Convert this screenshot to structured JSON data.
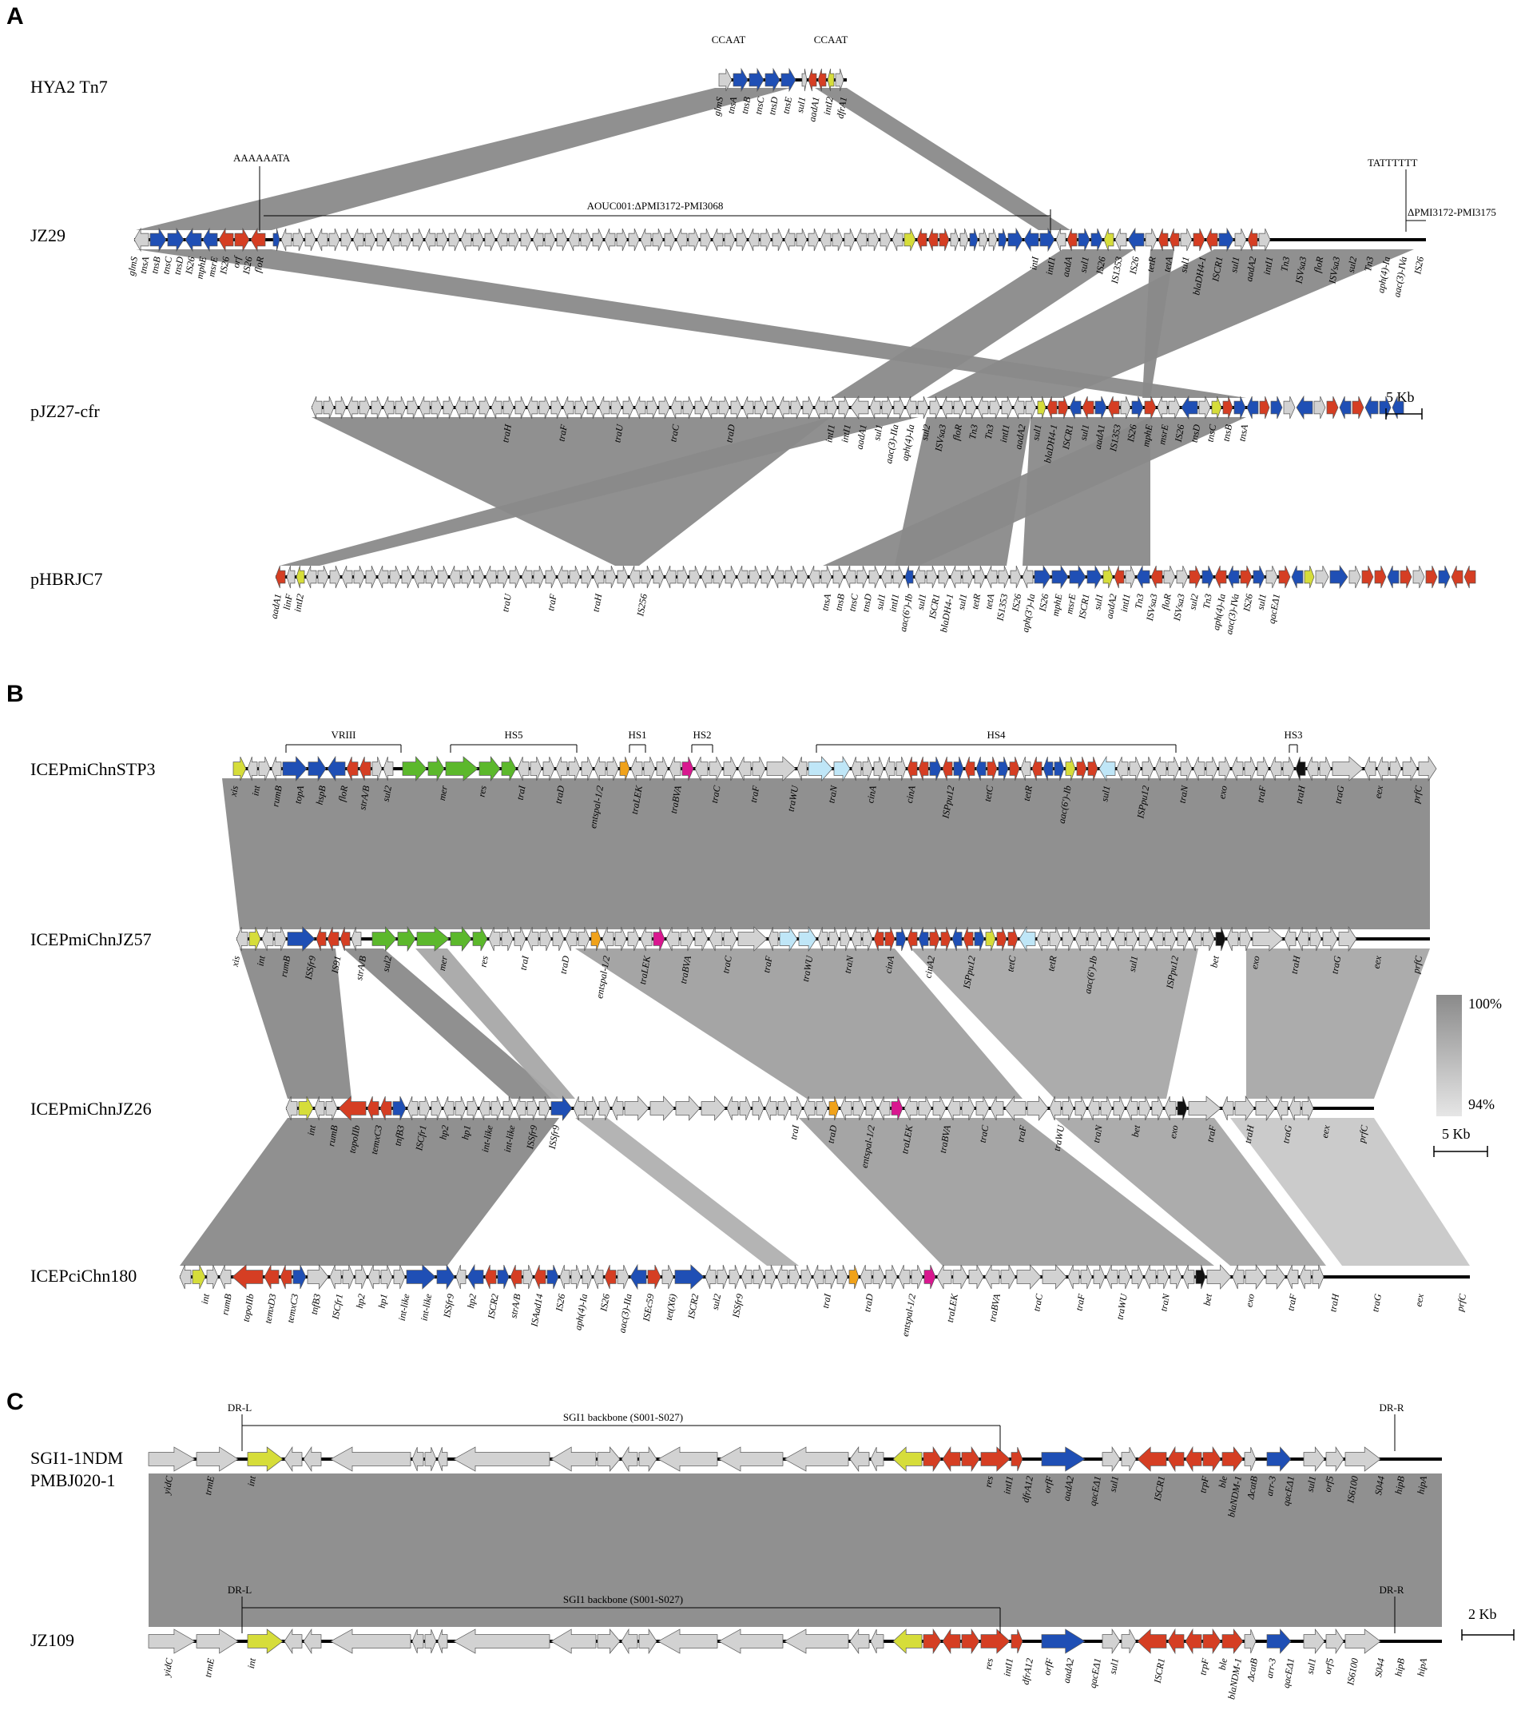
{
  "colors": {
    "transposase_blue": "#1f4fb5",
    "resistance_red": "#d53e23",
    "integrase_yellow": "#d6dd3a",
    "hotspot_green": "#5cb82c",
    "orange_gene": "#f0a21a",
    "magenta_gene": "#d9178f",
    "light_blue_gene": "#bfe6f7",
    "black_gene": "#111111",
    "other_gene": "#d2d2d2",
    "homology_dark": "#8a8a8a",
    "homology_light": "#c8c8c8"
  },
  "panels": [
    {
      "letter": "A",
      "scale_label": "5 Kb",
      "tracks": [
        {
          "name": "HYA2 Tn7",
          "annotations": [
            "CCAAT",
            "CCAAT"
          ],
          "genes": [
            "glmS",
            "tnsA",
            "tnsB",
            "tnsC",
            "tnsD",
            "tnsE",
            "sul1",
            "aadA1",
            "intI2",
            "dfrA1"
          ]
        },
        {
          "name": "JZ29",
          "annotations": [
            "AAAAAATA",
            "AOUC001:ΔPMI3172-PMI3068",
            "TATTTTTT",
            "ΔPMI3172-PMI3175"
          ],
          "genes": [
            "glmS",
            "tnsA",
            "tnsB",
            "tnsC",
            "tnsD",
            "IS26",
            "mphE",
            "msrE",
            "IS26",
            "orf",
            "IS26",
            "floR",
            "intI",
            "intI1",
            "aadA",
            "sul1",
            "IS26",
            "IS1353",
            "IS26",
            "tetR",
            "tetA",
            "sul1",
            "blaDH4-1",
            "ISCR1",
            "sul1",
            "aadA2",
            "intI1",
            "Tn3",
            "ISVsa3",
            "floR",
            "ISVsa3",
            "sul2",
            "Tn3",
            "aph(4)-Ia",
            "aac(3)-IVa",
            "IS26"
          ]
        },
        {
          "name": "pJZ27-cfr",
          "annotations": [],
          "genes": [
            "traH",
            "traF",
            "traU",
            "traC",
            "traD",
            "intI1",
            "intI1",
            "aadA1",
            "sul1",
            "aac(3)-IIa",
            "aph(4)-Ia",
            "sul2",
            "ISVsa3",
            "floR",
            "Tn3",
            "Tn3",
            "intI1",
            "aadA2",
            "sul1",
            "blaDH4-1",
            "ISCR1",
            "sul1",
            "aadA1",
            "IS1353",
            "IS26",
            "mphE",
            "msrE",
            "IS26",
            "tnsD",
            "tnsC",
            "tnsB",
            "tnsA"
          ]
        },
        {
          "name": "pHBRJC7",
          "annotations": [],
          "genes": [
            "aadA1",
            "linF",
            "intI2",
            "traU",
            "traF",
            "traH",
            "IS256",
            "tnsA",
            "tnsB",
            "tnsC",
            "tnsD",
            "sul1",
            "intI1",
            "aac(6')-Ib",
            "sul1",
            "ISCR1",
            "blaDH4-1",
            "sul1",
            "tetR",
            "tetA",
            "IS1353",
            "IS26",
            "aph(3')-Ia",
            "IS26",
            "mphE",
            "msrE",
            "ISCR1",
            "sul1",
            "aadA2",
            "intI1",
            "Tn3",
            "ISVsa3",
            "floR",
            "ISVsa3",
            "sul2",
            "Tn3",
            "aph(4)-Ia",
            "aac(3)-IVa",
            "IS26",
            "sul1",
            "qacEΔ1"
          ]
        }
      ]
    },
    {
      "letter": "B",
      "scale_label": "5 Kb",
      "legend": {
        "high": "100%",
        "low": "94%"
      },
      "region_labels": [
        "VRIII",
        "HS5",
        "HS1",
        "HS2",
        "HS4",
        "HS3"
      ],
      "tracks": [
        {
          "name": "ICEPmiChnSTP3",
          "genes": [
            "xis",
            "int",
            "rumB",
            "topA",
            "hspB",
            "floR",
            "strA/B",
            "sul2",
            "mer",
            "res",
            "traI",
            "traD",
            "entspal-1/2",
            "traLEK",
            "traBVA",
            "traC",
            "traF",
            "traWU",
            "traN",
            "cinA",
            "cinA",
            "ISPpu12",
            "tetC",
            "tetR",
            "aac(6')-Ib",
            "sul1",
            "ISPpu12",
            "traN",
            "exo",
            "traF",
            "traH",
            "traG",
            "eex",
            "prfC"
          ]
        },
        {
          "name": "ICEPmiChnJZ57",
          "genes": [
            "xis",
            "int",
            "rumB",
            "ISSfr9",
            "IS91",
            "strA/B",
            "sul2",
            "mer",
            "res",
            "traI",
            "traD",
            "entspal-1/2",
            "traLEK",
            "traBVA",
            "traC",
            "traF",
            "traWU",
            "traN",
            "cinA",
            "cinA2",
            "ISPpu12",
            "tetC",
            "tetR",
            "aac(6')-Ib",
            "sul1",
            "ISPpu12",
            "bet",
            "exo",
            "traH",
            "traG",
            "eex",
            "prfC"
          ]
        },
        {
          "name": "ICEPmiChnJZ26",
          "genes": [
            "int",
            "rumB",
            "topoIIb",
            "temxC3",
            "tnfB3",
            "ISCfr1",
            "hp2",
            "hp1",
            "int-like",
            "int-like",
            "ISSfr9",
            "ISSfr9",
            "traI",
            "traD",
            "entspal-1/2",
            "traLEK",
            "traBVA",
            "traC",
            "traF",
            "traWU",
            "traN",
            "bet",
            "exo",
            "traF",
            "traH",
            "traG",
            "eex",
            "prfC"
          ]
        },
        {
          "name": "ICEPciChn180",
          "genes": [
            "int",
            "rumB",
            "topoIIb",
            "temxD3",
            "temxC3",
            "tnfB3",
            "ISCfr1",
            "hp2",
            "hp1",
            "int-like",
            "int-like",
            "ISSfr9",
            "hp2",
            "ISCR2",
            "strA/B",
            "ISAad14",
            "IS26",
            "aph(4)-Ia",
            "IS26",
            "aac(3)-IIa",
            "ISEc59",
            "tet(X6)",
            "ISCR2",
            "sul2",
            "ISSfr9",
            "traI",
            "traD",
            "entspal-1/2",
            "traLEK",
            "traBVA",
            "traC",
            "traF",
            "traWU",
            "traN",
            "bet",
            "exo",
            "traF",
            "traH",
            "traG",
            "eex",
            "prfC"
          ]
        }
      ]
    },
    {
      "letter": "C",
      "scale_label": "2 Kb",
      "tracks": [
        {
          "name": "SGI1-1NDM",
          "name2": "PMBJ020-1",
          "annotations": [
            "DR-L",
            "SGI1 backbone (S001-S027)",
            "DR-R"
          ],
          "genes": [
            "yidC",
            "trmE",
            "int",
            "res",
            "intI1",
            "dfrA12",
            "orfF",
            "aadA2",
            "qacEΔ1",
            "sul1",
            "ISCR1",
            "trpF",
            "ble",
            "blaNDM-1",
            "ΔcatB",
            "arr-3",
            "qacEΔ1",
            "sul1",
            "orf5",
            "IS6100",
            "S044",
            "hipB",
            "hipA"
          ]
        },
        {
          "name": "JZ109",
          "annotations": [
            "DR-L",
            "SGI1 backbone (S001-S027)",
            "DR-R"
          ],
          "genes": [
            "yidC",
            "trmE",
            "int",
            "res",
            "intI1",
            "dfrA12",
            "orfF",
            "aadA2",
            "qacEΔ1",
            "sul1",
            "ISCR1",
            "trpF",
            "ble",
            "blaNDM-1",
            "ΔcatB",
            "arr-3",
            "qacEΔ1",
            "sul1",
            "orf5",
            "IS6100",
            "S044",
            "hipB",
            "hipA"
          ]
        }
      ]
    }
  ]
}
